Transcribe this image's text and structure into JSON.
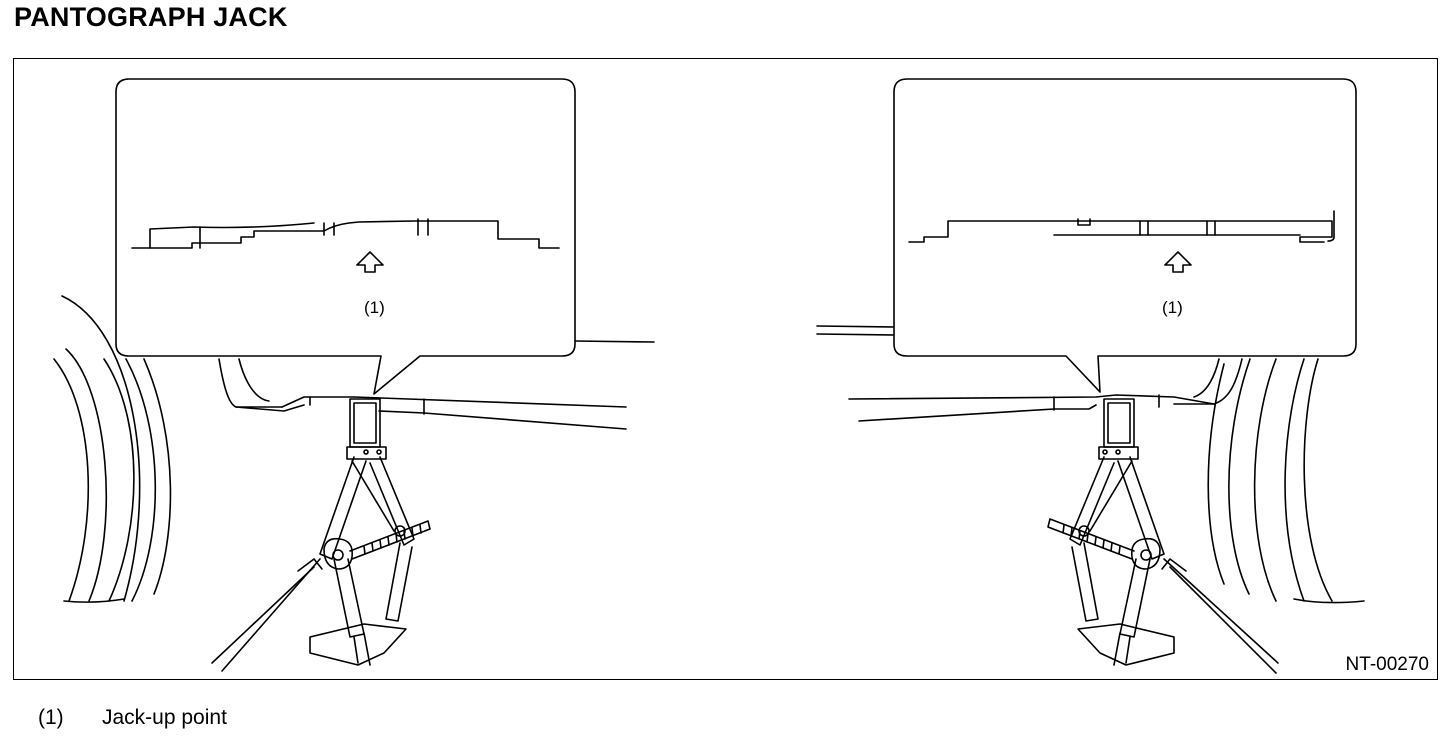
{
  "title": "PANTOGRAPH JACK",
  "figure": {
    "code": "NT-00270",
    "callouts": {
      "left": "(1)",
      "right": "(1)"
    }
  },
  "legend": [
    {
      "num": "(1)",
      "text": "Jack-up point"
    }
  ]
}
